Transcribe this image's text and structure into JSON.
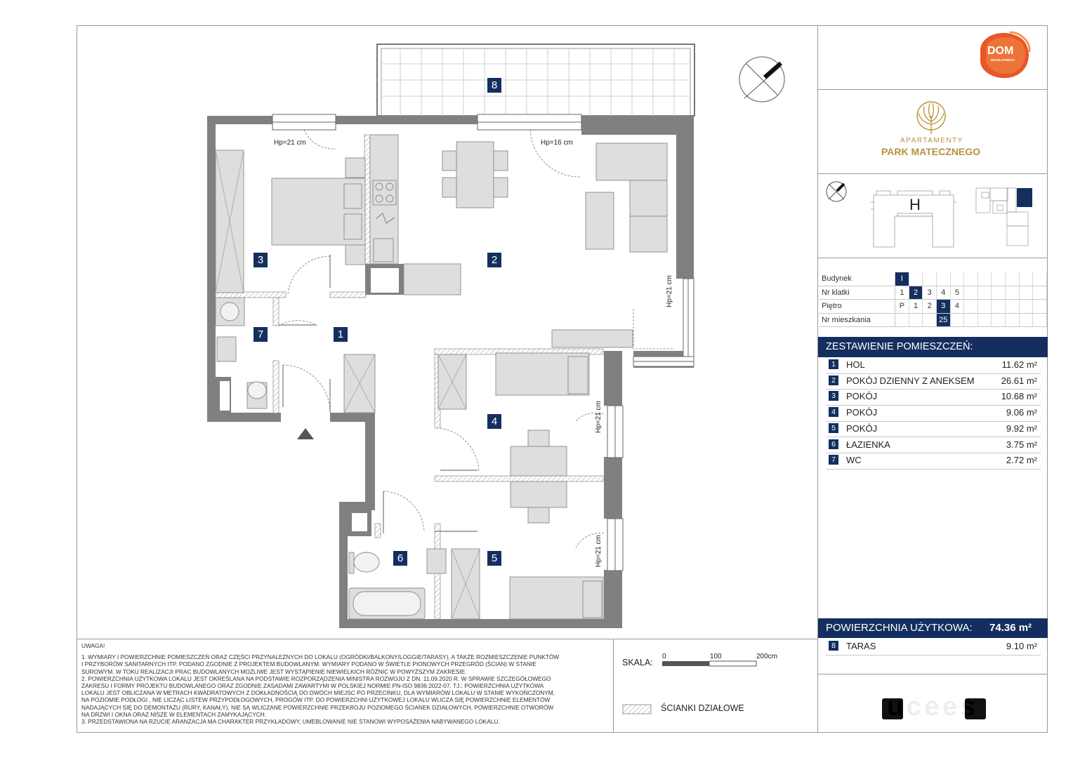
{
  "plan": {
    "room_labels": [
      "1",
      "2",
      "3",
      "4",
      "5",
      "6",
      "7",
      "8"
    ],
    "window_notes": [
      "Hp=21 cm",
      "Hp=16 cm",
      "Hp=21 cm",
      "Hp=21 cm",
      "Hp=21 cm"
    ]
  },
  "brand": {
    "developer_line1": "DOM",
    "developer_line2": "DEVELOPMENT",
    "project_line1": "APARTAMENTY",
    "project_line2": "PARK MATECZNEGO",
    "building_letter": "H"
  },
  "info": {
    "rows": [
      {
        "label": "Budynek",
        "cells": [
          "I",
          "",
          "",
          "",
          "",
          "",
          "",
          "",
          "",
          "",
          ""
        ],
        "selected": 0
      },
      {
        "label": "Nr klatki",
        "cells": [
          "1",
          "2",
          "3",
          "4",
          "5",
          "",
          "",
          "",
          "",
          "",
          ""
        ],
        "selected": 1
      },
      {
        "label": "Piętro",
        "cells": [
          "P",
          "1",
          "2",
          "3",
          "4",
          "",
          "",
          "",
          "",
          "",
          ""
        ],
        "selected": 3
      },
      {
        "label": "Nr mieszkania",
        "cells": [
          "",
          "",
          "",
          "25",
          "",
          "",
          "",
          "",
          "",
          "",
          ""
        ],
        "selected": 3
      }
    ]
  },
  "rooms": {
    "title": "ZESTAWIENIE POMIESZCZEŃ:",
    "items": [
      {
        "num": "1",
        "name": "HOL",
        "area": "11.62 m²"
      },
      {
        "num": "2",
        "name": "POKÓJ DZIENNY Z ANEKSEM",
        "area": "26.61 m²"
      },
      {
        "num": "3",
        "name": "POKÓJ",
        "area": "10.68 m²"
      },
      {
        "num": "4",
        "name": "POKÓJ",
        "area": "9.06 m²"
      },
      {
        "num": "5",
        "name": "POKÓJ",
        "area": "9.92 m²"
      },
      {
        "num": "6",
        "name": "ŁAZIENKA",
        "area": "3.75 m²"
      },
      {
        "num": "7",
        "name": "WC",
        "area": "2.72 m²"
      }
    ],
    "usable_label": "POWIERZCHNIA UŻYTKOWA:",
    "usable_value": "74.36 m²",
    "terrace": {
      "num": "8",
      "name": "TARAS",
      "area": "9.10 m²"
    }
  },
  "scale": {
    "label": "SKALA:",
    "t0": "0",
    "t1": "100",
    "t2": "200cm"
  },
  "legend": {
    "label": "ŚCIANKI DZIAŁOWE"
  },
  "notes": {
    "head": "UWAGA!",
    "lines": [
      "1. WYMIARY I POWIERZCHNIE POMIESZCZEŃ ORAZ CZĘŚCI PRZYNALEŻNYCH DO LOKALU (OGRÓDKI/BALKONY/LOGGIE/TARASY), A TAKŻE ROZMIESZCZENIE PUNKTÓW",
      "I PRZYBORÓW SANITARNYCH ITP. PODANO ZGODNIE Z PROJEKTEM BUDOWLANYM. WYMIARY PODANO W ŚWIETLE PIONOWYCH PRZEGRÓD (ŚCIAN) W STANIE",
      "SUROWYM. W TOKU REALIZACJI PRAC BUDOWLANYCH MOŻLIWE JEST WYSTĄPIENIE NIEWIELKICH RÓŻNIC W POWYŻSZYM ZAKRESIE.",
      "2. POWIERZCHNIA UŻYTKOWA LOKALU JEST OKREŚLANA NA PODSTAWIE ROZPORZĄDZENIA MINISTRA ROZWOJU Z DN. 11.09.2020 R. W SPRAWIE SZCZEGÓŁOWEGO",
      "ZAKRESU I FORMY PROJEKTU BUDOWLANEGO ORAZ ZGODNIE ZASADAMI ZAWARTYMI W POLSKIEJ NORMIE PN-ISO 9836:2022-07, TJ.: POWIERZCHNIA UŻYTKOWA",
      "LOKALU JEST OBLICZANA W METRACH KWADRATOWYCH Z DOKŁADNOŚCIĄ DO DWÓCH MIEJSC PO PRZECINKU, DLA WYMIARÓW LOKALU W STANIE WYKOŃCZONYM,",
      "NA POZIOMIE PODŁOGI , NIE LICZĄC LISTEW PRZYPODŁOGOWYCH, PROGÓW ITP. DO POWIERZCHNI UŻYTKOWEJ LOKALU WLICZA SIĘ POWIERZCHNIE ELEMENTÓW",
      "NADAJĄCYCH SIĘ DO DEMONTAŻU (RURY, KANAŁY), NIE SĄ WLICZANE POWIERZCHNIE PRZEKROJU POZIOMEGO ŚCIANEK DZIAŁOWYCH, POWIERZCHNIE OTWORÓW",
      "NA DRZWI I OKNA ORAZ NISZE W ELEMENTACH ZAMYKAJĄCYCH.",
      "3. PRZEDSTAWIONA NA RZUCIE ARANŻACJA MA CHARAKTER PRZYKŁADOWY, UMEBLOWANIE NIE STANOWI WYPOSAŻENIA NABYWANEGO LOKALU."
    ]
  },
  "footer": {
    "logo": "ucees"
  },
  "colors": {
    "navy": "#142f5f",
    "wall": "#808080",
    "furniture": "#dedede",
    "accent_orange": "#e8562a",
    "gold": "#b8913a"
  }
}
